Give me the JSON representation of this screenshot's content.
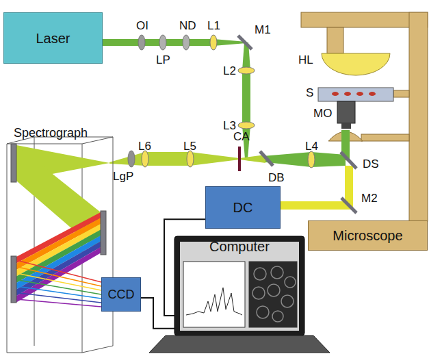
{
  "diagram": {
    "nodes": [
      {
        "text": [
          "Laser"
        ]
      },
      {
        "text": [
          "Spectrograph"
        ]
      },
      {
        "text": [
          "DC"
        ]
      },
      {
        "text": [
          "Microscope"
        ]
      },
      {
        "text": [
          "Computer"
        ]
      },
      {
        "text": [
          "CCD"
        ]
      }
    ],
    "edges": [
      {
        "from": 2,
        "to": 4,
        "arrow": "none"
      },
      {
        "from": 5,
        "to": 4,
        "arrow": "none"
      }
    ],
    "labels": [
      "OI",
      "LP",
      "ND",
      "L1",
      "M1",
      "HL",
      "L2",
      "S",
      "MO",
      "L3",
      "CA",
      "L6",
      "L5",
      "L4",
      "DS",
      "LgP",
      "DB",
      "M2"
    ]
  }
}
